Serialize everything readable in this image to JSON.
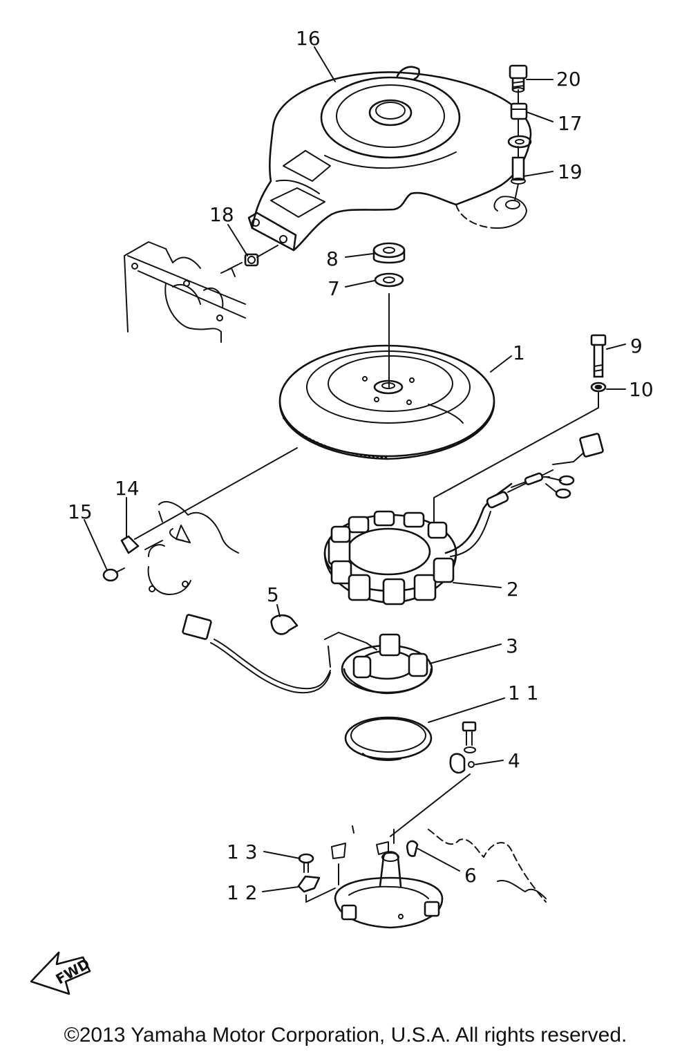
{
  "callouts": {
    "c1": "1",
    "c2": "2",
    "c3": "3",
    "c4": "4",
    "c5": "5",
    "c6": "6",
    "c7": "7",
    "c8": "8",
    "c9": "9",
    "c10": "10",
    "c11": "1 1",
    "c12": "1 2",
    "c13": "1 3",
    "c14": "14",
    "c15": "15",
    "c16": "16",
    "c17": "17",
    "c18": "18",
    "c19": "19",
    "c20": "20"
  },
  "fwd_label": "FWD",
  "copyright": "©2013 Yamaha Motor Corporation, U.S.A. All rights reserved."
}
